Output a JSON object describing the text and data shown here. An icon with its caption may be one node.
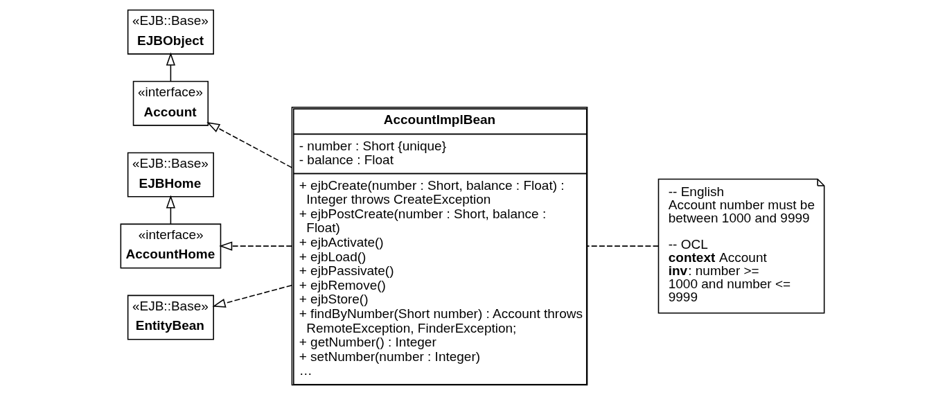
{
  "diagram": {
    "nodes": [
      {
        "text": [
          "«EJB::Base»",
          "EJBObject"
        ]
      },
      {
        "text": [
          "«interface»",
          "Account"
        ]
      },
      {
        "text": [
          "«EJB::Base»",
          "EJBHome"
        ]
      },
      {
        "text": [
          "«interface»",
          "AccountHome"
        ]
      },
      {
        "text": [
          "«EJB::Base»",
          "EntityBean"
        ]
      },
      {
        "text": [
          "AccountImplBean",
          "- number : Short {unique}",
          "- balance : Float",
          "+ ejbCreate(number : Short, balance : Float) : Integer throws CreateException",
          "+ ejbPostCreate(number : Short, balance : Float)",
          "+ ejbActivate()",
          "+ ejbLoad()",
          "+ ejbPassivate()",
          "+ ejbRemove()",
          "+ ejbStore()",
          "+ findByNumber(Short number) : Account throws RemoteException, FinderException;",
          "+ getNumber() : Integer",
          "+ setNumber(number : Integer)",
          "…"
        ]
      },
      {
        "text": [
          "-- English",
          "Account number must be between 1000 and 9999",
          "-- OCL",
          "**context** Account **inv**: number >= 1000 and number <= 9999"
        ]
      }
    ],
    "edges": [
      {
        "from": 1,
        "to": 0,
        "arrow": "to"
      },
      {
        "from": 3,
        "to": 2,
        "arrow": "to"
      },
      {
        "from": 5,
        "to": 1,
        "arrow": "to",
        "style": "dashed"
      },
      {
        "from": 5,
        "to": 3,
        "arrow": "to",
        "style": "dashed"
      },
      {
        "from": 5,
        "to": 4,
        "arrow": "to",
        "style": "dashed"
      },
      {
        "from": 6,
        "to": 5,
        "arrow": "none",
        "style": "dashed"
      }
    ]
  }
}
